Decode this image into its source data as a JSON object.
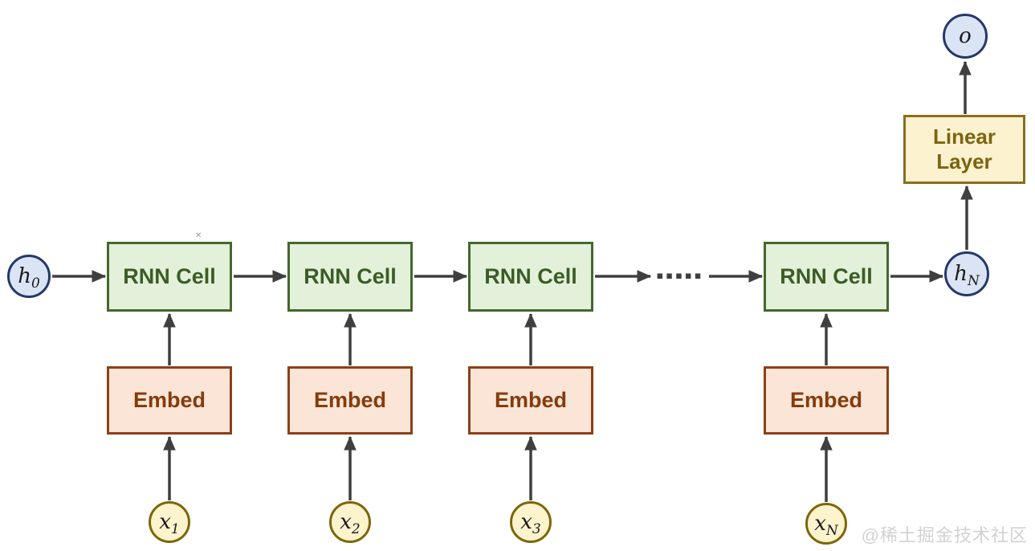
{
  "diagram": {
    "nodes": {
      "h0": {
        "base": "h",
        "sub": "0"
      },
      "hN": {
        "base": "h",
        "sub": "N"
      },
      "o": {
        "base": "o",
        "sub": ""
      },
      "x": [
        {
          "base": "x",
          "sub": "1"
        },
        {
          "base": "x",
          "sub": "2"
        },
        {
          "base": "x",
          "sub": "3"
        },
        {
          "base": "x",
          "sub": "N"
        }
      ],
      "rnn_cells": [
        {
          "label": "RNN Cell"
        },
        {
          "label": "RNN Cell"
        },
        {
          "label": "RNN Cell"
        },
        {
          "label": "RNN Cell"
        }
      ],
      "embeds": [
        {
          "label": "Embed"
        },
        {
          "label": "Embed"
        },
        {
          "label": "Embed"
        },
        {
          "label": "Embed"
        }
      ],
      "linear_layer": {
        "label": "Linear Layer"
      }
    },
    "ellipsis": "▪▪▪▪▪",
    "cursor_artifact": "✕",
    "watermark": "@稀土掘金技术社区",
    "colors": {
      "rnn_fill": "#e3f0da",
      "rnn_border": "#44682d",
      "rnn_text": "#3c5c26",
      "embed_fill": "#fbe5d7",
      "embed_border": "#8c4018",
      "embed_text": "#843c0c",
      "linear_fill": "#fdf2cf",
      "linear_border": "#8a6e1e",
      "linear_text": "#7c6410",
      "h_circle_fill": "#dbe4f4",
      "h_circle_border": "#24386a",
      "x_circle_fill": "#fdf3cd",
      "x_circle_border": "#7d6608",
      "arrow": "#3f3f3f",
      "watermark": "#d2d2d2"
    }
  }
}
